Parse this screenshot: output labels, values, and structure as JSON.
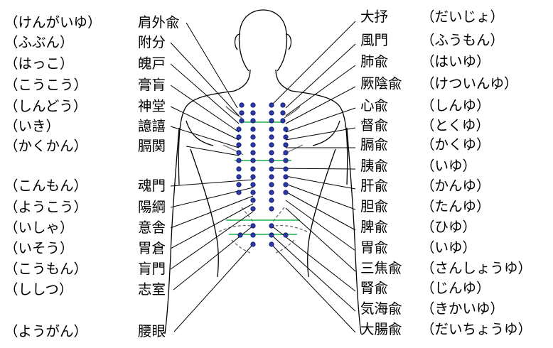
{
  "colors": {
    "outline": "#000000",
    "point_fill": "#2b3aa8",
    "point_stroke": "#0a1460",
    "level_line": "#19b24a",
    "leader": "#000000"
  },
  "left_points": [
    {
      "name": "肩外兪",
      "reading": "（けんがいゆ）"
    },
    {
      "name": "附分",
      "reading": "（ふぶん）"
    },
    {
      "name": "魄戸",
      "reading": "（はっこ）"
    },
    {
      "name": "膏肓",
      "reading": "（こうこう）"
    },
    {
      "name": "神堂",
      "reading": "（しんどう）"
    },
    {
      "name": "譩譆",
      "reading": "（いき）"
    },
    {
      "name": "膈関",
      "reading": "（かくかん）"
    },
    {
      "name": "魂門",
      "reading": "（こんもん）"
    },
    {
      "name": "陽綱",
      "reading": "（ようこう）"
    },
    {
      "name": "意舎",
      "reading": "（いしゃ）"
    },
    {
      "name": "胃倉",
      "reading": "（いそう）"
    },
    {
      "name": "肓門",
      "reading": "（こうもん）"
    },
    {
      "name": "志室",
      "reading": "（ししつ）"
    },
    {
      "name": "腰眼",
      "reading": "（ようがん）"
    }
  ],
  "right_points": [
    {
      "name": "大抒",
      "reading": "（だいじょ）"
    },
    {
      "name": "風門",
      "reading": "（ふうもん）"
    },
    {
      "name": "肺兪",
      "reading": "（はいゆ）"
    },
    {
      "name": "厥陰兪",
      "reading": "（けついんゆ）"
    },
    {
      "name": "心兪",
      "reading": "（しんゆ）"
    },
    {
      "name": "督兪",
      "reading": "（とくゆ）"
    },
    {
      "name": "膈兪",
      "reading": "（かくゆ）"
    },
    {
      "name": "胰兪",
      "reading": "（いゆ）"
    },
    {
      "name": "肝兪",
      "reading": "（かんゆ）"
    },
    {
      "name": "胆兪",
      "reading": "（たんゆ）"
    },
    {
      "name": "脾兪",
      "reading": "（ひゆ）"
    },
    {
      "name": "胃兪",
      "reading": "（いゆ）"
    },
    {
      "name": "三焦兪",
      "reading": "（さんしょうゆ）"
    },
    {
      "name": "腎兪",
      "reading": "（じんゆ）"
    },
    {
      "name": "気海兪",
      "reading": "（きかいゆ）"
    },
    {
      "name": "大腸兪",
      "reading": "（だいちょうゆ）"
    }
  ]
}
